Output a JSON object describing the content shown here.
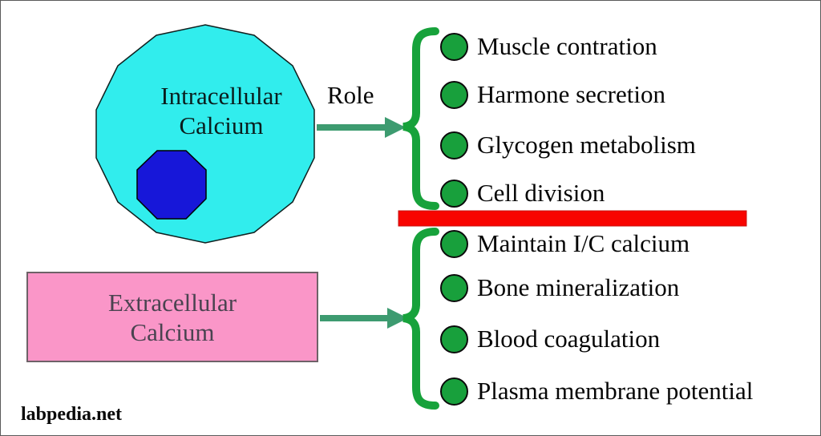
{
  "intracellular": {
    "line1": "Intracellular",
    "line2": "Calcium",
    "arrow_label": "Role",
    "roles": [
      "Muscle contration",
      "Harmone secretion",
      "Glycogen metabolism",
      "Cell division"
    ]
  },
  "extracellular": {
    "line1": "Extracellular",
    "line2": "Calcium",
    "roles": [
      "Maintain I/C calcium",
      "Bone mineralization",
      "Blood coagulation",
      "Plasma membrane potential"
    ]
  },
  "footer": {
    "brand": "labpedia.net"
  },
  "colors": {
    "cell_fill": "#31EDED",
    "nucleus_fill": "#1717D9",
    "extracellular_fill": "#FA96C8",
    "bullet_green": "#18A03C",
    "brace_green": "#17A23B",
    "arrow_teal": "#3D9B70",
    "divider_red": "#F80400"
  }
}
